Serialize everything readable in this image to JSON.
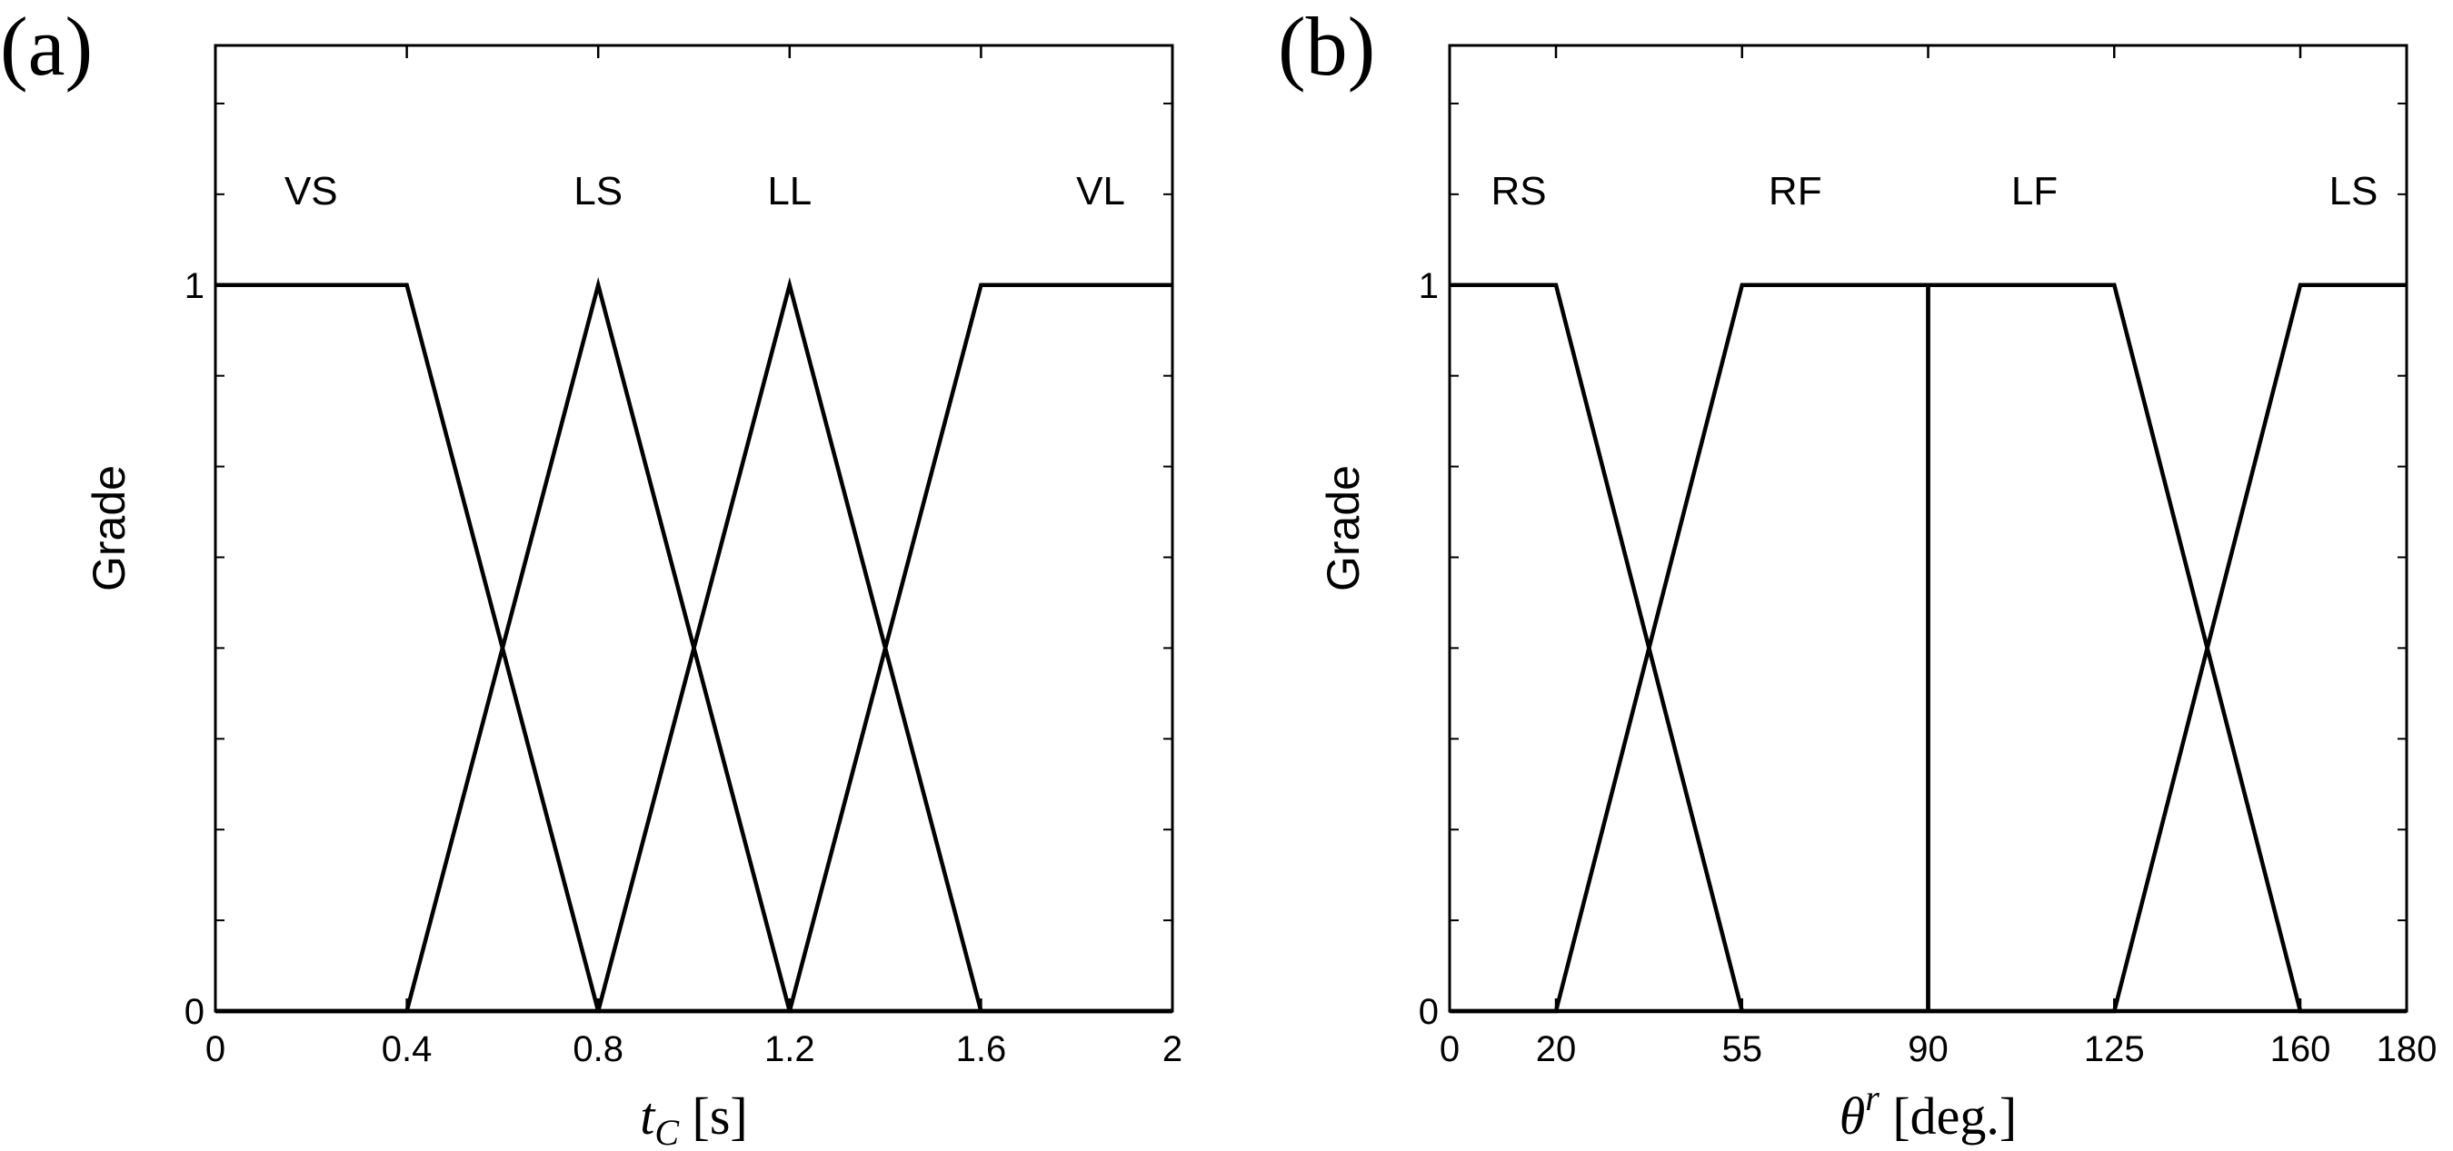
{
  "chart_data": [
    {
      "type": "line",
      "panel_label": "(a)",
      "ylabel": "Grade",
      "xlabel_symbol": "t",
      "xlabel_subscript": "C",
      "xlabel_unit": "[s]",
      "xlim": [
        0,
        2
      ],
      "ylim": [
        0,
        1.33
      ],
      "grid": false,
      "x_ticks": [
        0,
        0.4,
        0.8,
        1.2,
        1.6,
        2
      ],
      "x_tick_labels": [
        "0",
        "0.4",
        "0.8",
        "1.2",
        "1.6",
        "2"
      ],
      "y_ticks": [
        0,
        1
      ],
      "y_tick_labels": [
        "0",
        "1"
      ],
      "series": [
        {
          "name": "VS",
          "x": [
            0,
            0.4,
            0.8,
            2
          ],
          "y": [
            1,
            1,
            0,
            0
          ]
        },
        {
          "name": "LS",
          "x": [
            0,
            0.4,
            0.8,
            1.2,
            2
          ],
          "y": [
            0,
            0,
            1,
            0,
            0
          ]
        },
        {
          "name": "LL",
          "x": [
            0,
            0.8,
            1.2,
            1.6,
            2
          ],
          "y": [
            0,
            0,
            1,
            0,
            0
          ]
        },
        {
          "name": "VL",
          "x": [
            0,
            1.2,
            1.6,
            2
          ],
          "y": [
            0,
            0,
            1,
            1
          ]
        }
      ],
      "set_labels": [
        {
          "text": "VS",
          "x": 0.2
        },
        {
          "text": "LS",
          "x": 0.8
        },
        {
          "text": "LL",
          "x": 1.2
        },
        {
          "text": "VL",
          "x": 1.85
        }
      ]
    },
    {
      "type": "line",
      "panel_label": "(b)",
      "ylabel": "Grade",
      "xlabel_symbol": "θ",
      "xlabel_superscript": "r",
      "xlabel_unit": "[deg.]",
      "xlim": [
        0,
        180
      ],
      "ylim": [
        0,
        1.33
      ],
      "grid": false,
      "x_ticks": [
        0,
        20,
        55,
        90,
        125,
        160,
        180
      ],
      "x_tick_labels": [
        "0",
        "20",
        "55",
        "90",
        "125",
        "160",
        "180"
      ],
      "y_ticks": [
        0,
        1
      ],
      "y_tick_labels": [
        "0",
        "1"
      ],
      "series": [
        {
          "name": "RS",
          "x": [
            0,
            20,
            55,
            180
          ],
          "y": [
            1,
            1,
            0,
            0
          ]
        },
        {
          "name": "RF",
          "x": [
            0,
            20,
            55,
            90,
            90
          ],
          "y": [
            0,
            0,
            1,
            1,
            0
          ]
        },
        {
          "name": "LF",
          "x": [
            90,
            90,
            125,
            160,
            180
          ],
          "y": [
            0,
            1,
            1,
            0,
            0
          ]
        },
        {
          "name": "LS",
          "x": [
            0,
            125,
            160,
            180
          ],
          "y": [
            0,
            0,
            1,
            1
          ]
        }
      ],
      "set_labels": [
        {
          "text": "RS",
          "x": 13
        },
        {
          "text": "RF",
          "x": 65
        },
        {
          "text": "LF",
          "x": 110
        },
        {
          "text": "LS",
          "x": 170
        }
      ]
    }
  ]
}
